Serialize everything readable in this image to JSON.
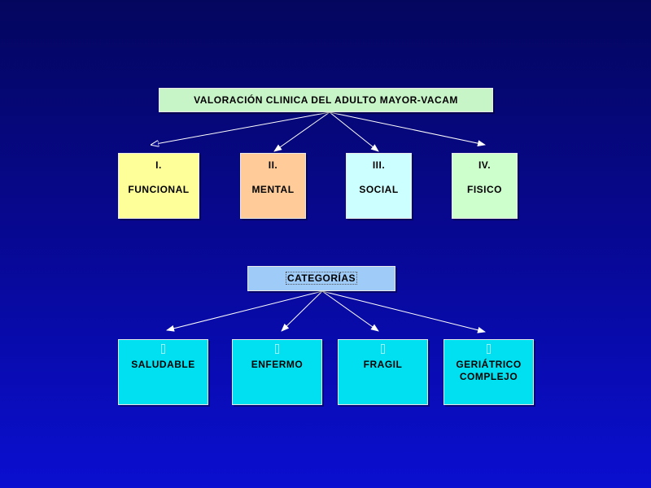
{
  "title": "VALORACIÓN CLINICA DEL ADULTO MAYOR-VACAM",
  "categories": [
    {
      "number": "I.",
      "label": "FUNCIONAL",
      "color": "#ffff99"
    },
    {
      "number": "II.",
      "label": "MENTAL",
      "color": "#ffcc99"
    },
    {
      "number": "III.",
      "label": "SOCIAL",
      "color": "#ccffff"
    },
    {
      "number": "IV.",
      "label": "FISICO",
      "color": "#ccffcc"
    }
  ],
  "categorias_title": "CATEGORÍAS",
  "leaves": [
    {
      "label": "SALUDABLE"
    },
    {
      "label": "ENFERMO"
    },
    {
      "label": "FRAGIL"
    },
    {
      "label": "GERIÁTRICO COMPLEJO"
    }
  ],
  "colors": {
    "background": "#07088e",
    "title_box": "#c8f5c8",
    "categorias_box": "#9ecbf7",
    "leaf_box": "#00e0f0"
  }
}
